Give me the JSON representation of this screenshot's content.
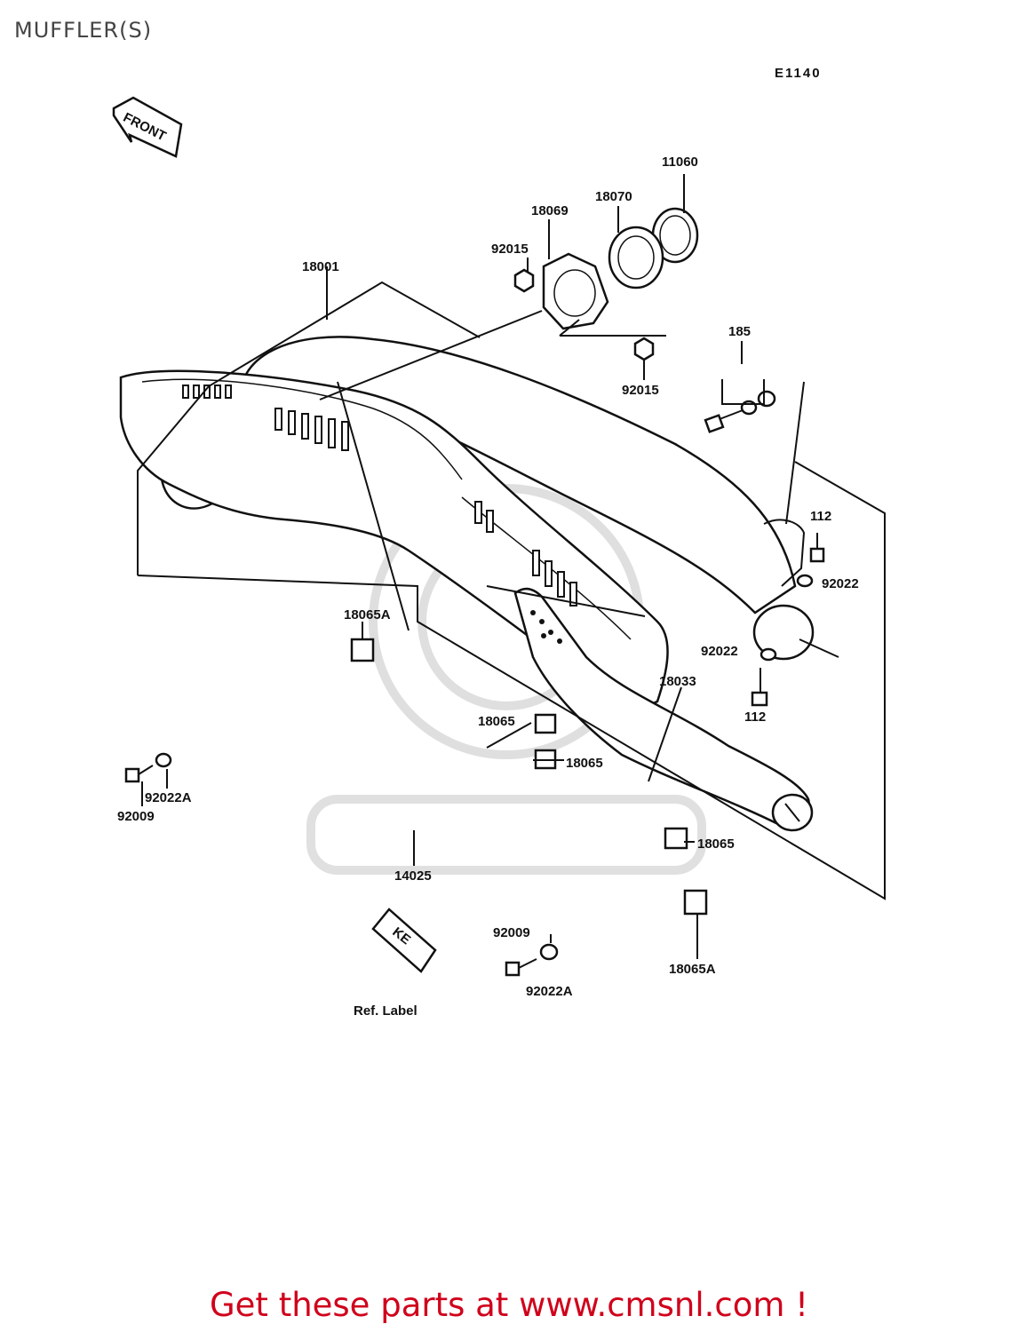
{
  "header": {
    "title": "MUFFLER(S)",
    "figure_code": "E1140"
  },
  "front_arrow": {
    "label": "FRONT"
  },
  "ref_label_plate": {
    "text": "KE",
    "caption": "Ref. Label"
  },
  "part_labels": {
    "p11060": "11060",
    "p18070": "18070",
    "p18069": "18069",
    "p92015a": "92015",
    "p92015b": "92015",
    "p18001": "18001",
    "p185": "185",
    "p112a": "112",
    "p92022a": "92022",
    "p92022b": "92022",
    "p112b": "112",
    "p18033": "18033",
    "p18065Aa": "18065A",
    "p18065a": "18065",
    "p18065b": "18065",
    "p18065c": "18065",
    "p92022Aa": "92022A",
    "p92009a": "92009",
    "p14025": "14025",
    "p92009b": "92009",
    "p92022Ab": "92022A",
    "p18065Ab": "18065A"
  },
  "footer": {
    "promo": "Get these parts at www.cmsnl.com !"
  },
  "colors": {
    "promo": "#d0021b",
    "line": "#111111",
    "title": "#444444"
  }
}
